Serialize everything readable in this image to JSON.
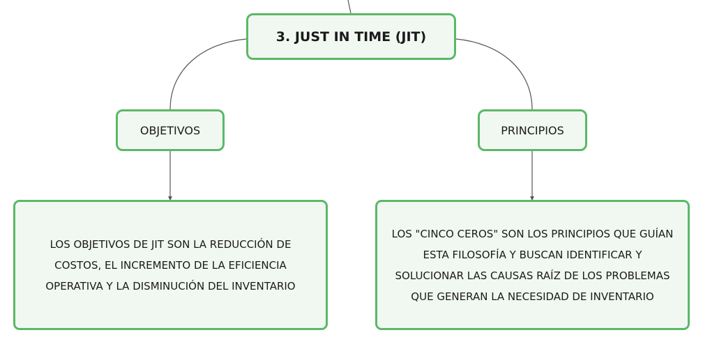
{
  "root": {
    "label": "3. JUST IN TIME (JIT)"
  },
  "objetivos": {
    "label": "OBJETIVOS",
    "detail": "LOS OBJETIVOS DE JIT SON LA REDUCCIÓN DE COSTOS, EL INCREMENTO DE LA EFICIENCIA OPERATIVA Y LA DISMINUCIÓN DEL INVENTARIO"
  },
  "principios": {
    "label": "PRINCIPIOS",
    "detail": "LOS \"CINCO CEROS\" SON LOS PRINCIPIOS QUE GUÍAN ESTA FILOSOFÍA Y BUSCAN IDENTIFICAR Y SOLUCIONAR LAS CAUSAS RAÍZ DE LOS PROBLEMAS QUE GENERAN LA NECESIDAD DE INVENTARIO"
  },
  "colors": {
    "node_border": "#5bb867",
    "node_fill": "#f1f8f2",
    "connector": "#555555"
  }
}
